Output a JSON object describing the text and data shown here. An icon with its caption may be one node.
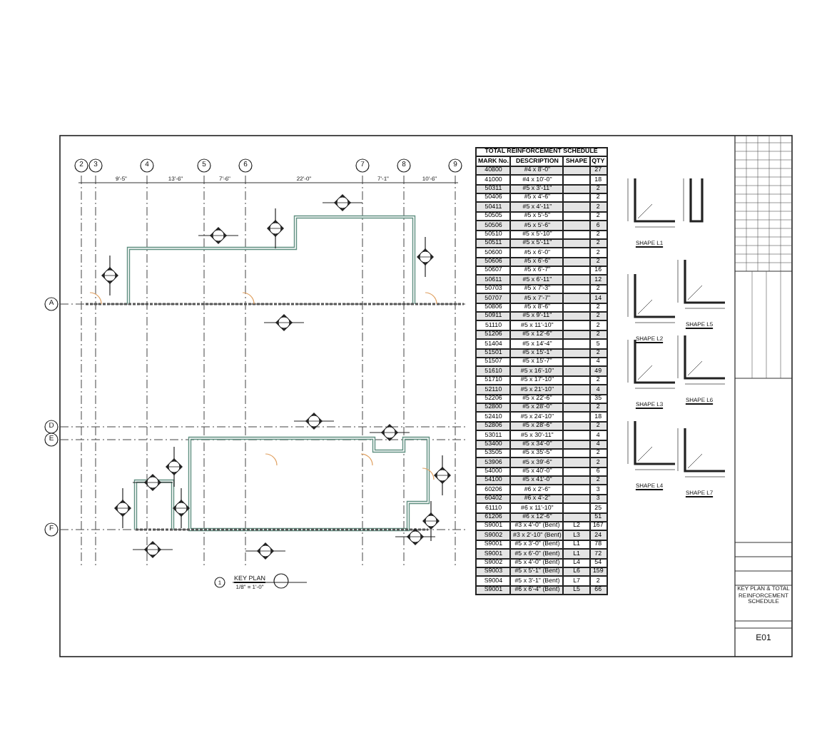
{
  "diagram": {
    "labels": [
      "2",
      "3",
      "4",
      "5",
      "6",
      "7",
      "8",
      "9",
      "9'-5\"",
      "13'-6\"",
      "7'-6\"",
      "22'-0\"",
      "7'-1\"",
      "10'-6\"",
      "TOTAL REINFORCEMENT SCHEDULE",
      "MARK No.",
      "DESCRIPTION",
      "SHAPE",
      "QTY",
      "40800",
      "#4 x 8'-0\"",
      "27",
      "41000",
      "#4 x 10'-0\"",
      "18",
      "50311",
      "#5 x 3'-11\"",
      "2",
      "50406",
      "#5 x 4'-6\"",
      "2",
      "50411",
      "#5 x 4'-11\"",
      "2",
      "50505",
      "#5 x 5'-5\"",
      "2",
      "50506",
      "#5 x 5'-6\"",
      "6",
      "50510",
      "#5 x 5'-10\"",
      "2",
      "50511",
      "#5 x 5'-11\"",
      "2",
      "50600",
      "#5 x 6'-0\"",
      "2",
      "50606",
      "#5 x 6'-6\"",
      "2",
      "50607",
      "#5 x 6'-7\"",
      "16",
      "50611",
      "#5 x 6'-11\"",
      "12",
      "50703",
      "#5 x 7'-3\"",
      "2",
      "50707",
      "#5 x 7'-7\"",
      "14",
      "50806",
      "#5 x 8'-6\"",
      "2",
      "50911",
      "#5 x 9'-11\"",
      "2",
      "51110",
      "#5 x 11'-10\"",
      "2",
      "51206",
      "#5 x 12'-6\"",
      "2",
      "51404",
      "#5 x 14'-4\"",
      "5",
      "51501",
      "#5 x 15'-1\"",
      "2",
      "51507",
      "#5 x 15'-7\"",
      "4",
      "51610",
      "#5 x 16'-10\"",
      "49",
      "51710",
      "#5 x 17'-10\"",
      "2",
      "52110",
      "#5 x 21'-10\"",
      "4",
      "52206",
      "#5 x 22'-6\"",
      "35",
      "52800",
      "#5 x 28'-0\"",
      "2",
      "52410",
      "#5 x 24'-10\"",
      "18",
      "52806",
      "#5 x 28'-6\"",
      "2",
      "53011",
      "#5 x 30'-11\"",
      "4",
      "53400",
      "#5 x 34'-0\"",
      "4",
      "53505",
      "#5 x 35'-5\"",
      "2",
      "53906",
      "#5 x 39'-6\"",
      "2",
      "54000",
      "#5 x 40'-0\"",
      "6",
      "54100",
      "#5 x 41'-0\"",
      "2",
      "60206",
      "#6 x 2'-6\"",
      "3",
      "60402",
      "#6 x 4'-2\"",
      "3",
      "61110",
      "#6 x 11'-10\"",
      "25",
      "61206",
      "#6 x 12'-6\"",
      "51",
      "S9001",
      "#3 x 4'-0\" (Bent)",
      "L2",
      "167",
      "S9002",
      "#3 x 2'-10\" (Bent)",
      "L3",
      "24",
      "S9001",
      "#5 x 3'-0\" (Bent)",
      "L1",
      "78",
      "S9001",
      "#5 x 6'-0\" (Bent)",
      "L1",
      "72",
      "S9002",
      "#5 x 4'-0\" (Bent)",
      "L4",
      "54",
      "S9003",
      "#5 x 5'-1\" (Bent)",
      "L6",
      "159",
      "S9004",
      "#5 x 3'-1\" (Bent)",
      "L7",
      "2",
      "S9001",
      "#6 x 6'-4\" (Bent)",
      "L5",
      "66",
      "SHAPE L1",
      "SHAPE L2",
      "SHAPE L3",
      "SHAPE L4",
      "SHAPE L5",
      "SHAPE L6",
      "SHAPE L7",
      "A",
      "D",
      "E",
      "F",
      "KEY PLAN",
      "1/8\" = 1'-0\"",
      "1",
      "KEY PLAN & TOTAL REINFORCEMENT SCHEDULE",
      "E01"
    ]
  }
}
